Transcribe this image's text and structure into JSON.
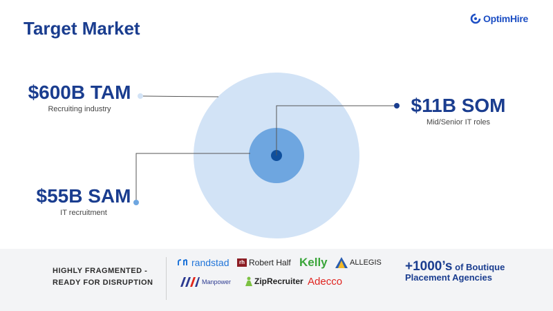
{
  "header": {
    "title": "Target Market",
    "logo": {
      "part1": "Optim",
      "part2": "Hire"
    }
  },
  "metrics": {
    "tam": {
      "value": "$600B TAM",
      "label": "Recruiting industry"
    },
    "som": {
      "value": "$11B SOM",
      "label": "Mid/Senior IT roles"
    },
    "sam": {
      "value": "$55B SAM",
      "label": "IT recruitment"
    }
  },
  "colors": {
    "outer_circle": "#d2e3f6",
    "middle_circle": "#6ea6e0",
    "inner_dot": "#0f4f9c",
    "title": "#1a3d8f"
  },
  "footer": {
    "fragmented_line1": "HIGHLY FRAGMENTED -",
    "fragmented_line2": "READY FOR DISRUPTION",
    "brands": {
      "randstad": "randstad",
      "roberthalf": "Robert Half",
      "kelly": "Kelly",
      "allegis": "ALLEGIS",
      "manpower": "Manpower",
      "ziprecruiter": "ZipRecruiter",
      "adecco": "Adecco"
    },
    "boutique_count": "+1000’s",
    "boutique_text1": " of Boutique",
    "boutique_text2": "Placement Agencies"
  }
}
